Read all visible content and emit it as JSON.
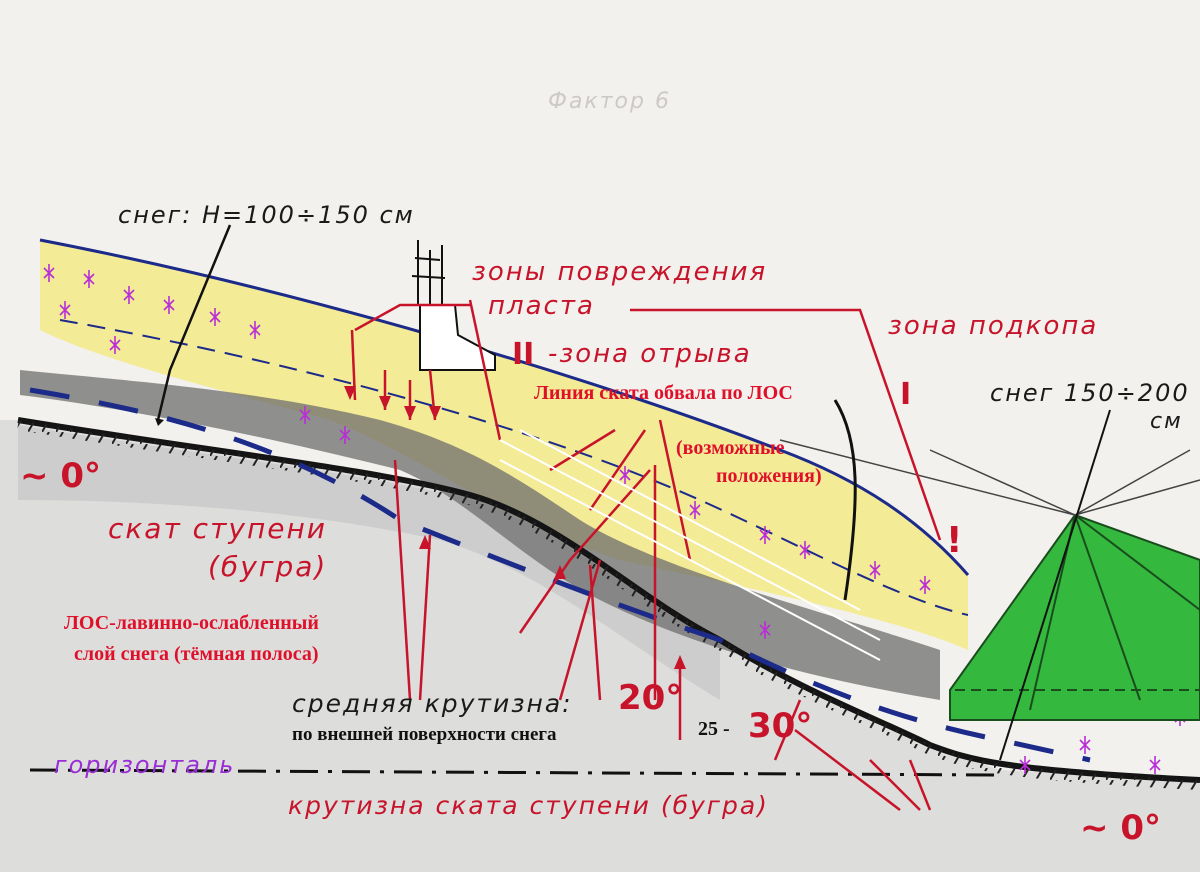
{
  "labels": {
    "snow_depth_top": "снег: H=100÷150 см",
    "damage_zones_line1": "зоны повреждения",
    "damage_zones_line2": "пласта",
    "undercut_zone": "зона подкопа",
    "tear_zone_numeral": "II",
    "tear_zone_text": "-зона отрыва",
    "collapse_line": "Линия ската обвала по ЛОС",
    "zone_one_numeral": "I",
    "possible_positions_1": "(возможные",
    "possible_positions_2": "положения)",
    "snow_depth_right_1": "снег 150÷200",
    "snow_depth_right_2": "см",
    "zero_deg_left": "~ 0°",
    "step_slope_1": "скат ступени",
    "step_slope_2": "(бугра)",
    "los_def_1": "ЛОС-лавинно-ослабленный",
    "los_def_2": "слой снега (тёмная полоса)",
    "mean_steepness": "средняя крутизна:",
    "mean_angle": "20°",
    "by_surface": "по внешней поверхности снега",
    "range_prefix": "25 -",
    "range_angle": "30°",
    "horizontal": "горизонталь",
    "step_steepness": "крутизна ската ступени (бугра)",
    "zero_deg_right": "~ 0°",
    "exclamation": "!",
    "faint_caption": "Фактор 6"
  },
  "colors": {
    "snow_yellow": "#f4ea8c",
    "los_gray": "#6d6d6d",
    "ground_gray": "#cfcfcf",
    "tent_green": "#35b83e",
    "red_ink": "#c8142a",
    "blue_ink": "#1c2a8a",
    "purple_ink": "#9a2ed6"
  },
  "icons": [
    "boot-icon",
    "tent-icon"
  ]
}
